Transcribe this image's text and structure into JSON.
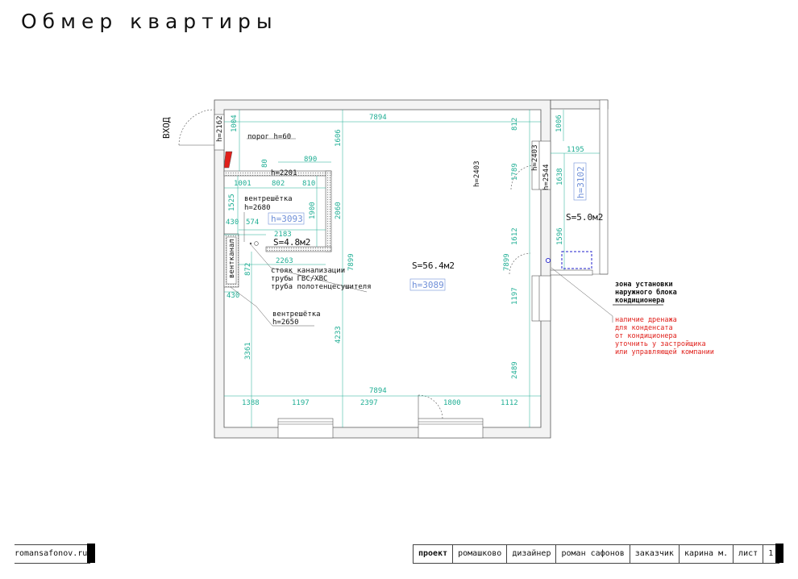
{
  "title": "Обмер квартиры",
  "entrance": "ВХОД",
  "dimensions": {
    "top_total": "7894",
    "bottom_total": "7894",
    "d1004": "1004",
    "d1606": "1606",
    "d812": "812",
    "d80": "80",
    "d890": "890",
    "d1001": "1001",
    "d802": "802",
    "d810": "810",
    "d1525": "1525",
    "d1900": "1900",
    "d2060": "2060",
    "d430a": "430",
    "d574": "574",
    "d2183": "2183",
    "d2263": "2263",
    "d872": "872",
    "d430b": "430",
    "d7899a": "7899",
    "d4233": "4233",
    "d3361": "3361",
    "d1789": "1789",
    "d1612": "1612",
    "d7899b": "7899",
    "d1197r": "1197",
    "d2489": "2489",
    "d1388": "1388",
    "d1197b": "1197",
    "d2397": "2397",
    "d1800": "1800",
    "d1112": "1112",
    "d1006": "1006",
    "d1195": "1195",
    "d1638": "1638",
    "d1596": "1596"
  },
  "labels": {
    "h2162": "h=2162",
    "threshold": "порог h=60",
    "h2201": "h=2201",
    "vent1_title": "вентрешётка",
    "vent1_h": "h=2680",
    "ventkanal": "вентканал",
    "stack1": "стояк канализации",
    "stack2": "трубы ГВС/ХВС",
    "stack3": "труба полотенцесушителя",
    "vent2_title": "вентрешётка",
    "vent2_h": "h=2650",
    "h2403a": "h=2403",
    "h2403b": "h=2403",
    "h2544": "h=2544",
    "ac1": "зона установки",
    "ac2": "наружного блока",
    "ac3": "кондиционера",
    "drain1": "наличие дренажа",
    "drain2": "для конденсата",
    "drain3": "от кондиционера",
    "drain4": "уточнить у застройщика",
    "drain5": "или управляющей компании"
  },
  "rooms": {
    "bath_area": "S=4.8м2",
    "bath_h": "h=3093",
    "main_area": "S=56.4м2",
    "main_h": "h=3089",
    "balcony_area": "S=5.0м2",
    "balcony_h": "h=3102"
  },
  "colors": {
    "dimension": "#1fae94",
    "height_box": "#6f8fd8",
    "note_red": "#e0201b",
    "wall_fill": "#f3f3f3"
  },
  "footer": {
    "site": "romansafonov.ru",
    "project_label": "проект",
    "project_name": "ромашково",
    "designer_label": "дизайнер",
    "designer_name": "роман сафонов",
    "client_label": "заказчик",
    "client_name": "карина м.",
    "sheet_label": "лист",
    "sheet_number": "1"
  }
}
